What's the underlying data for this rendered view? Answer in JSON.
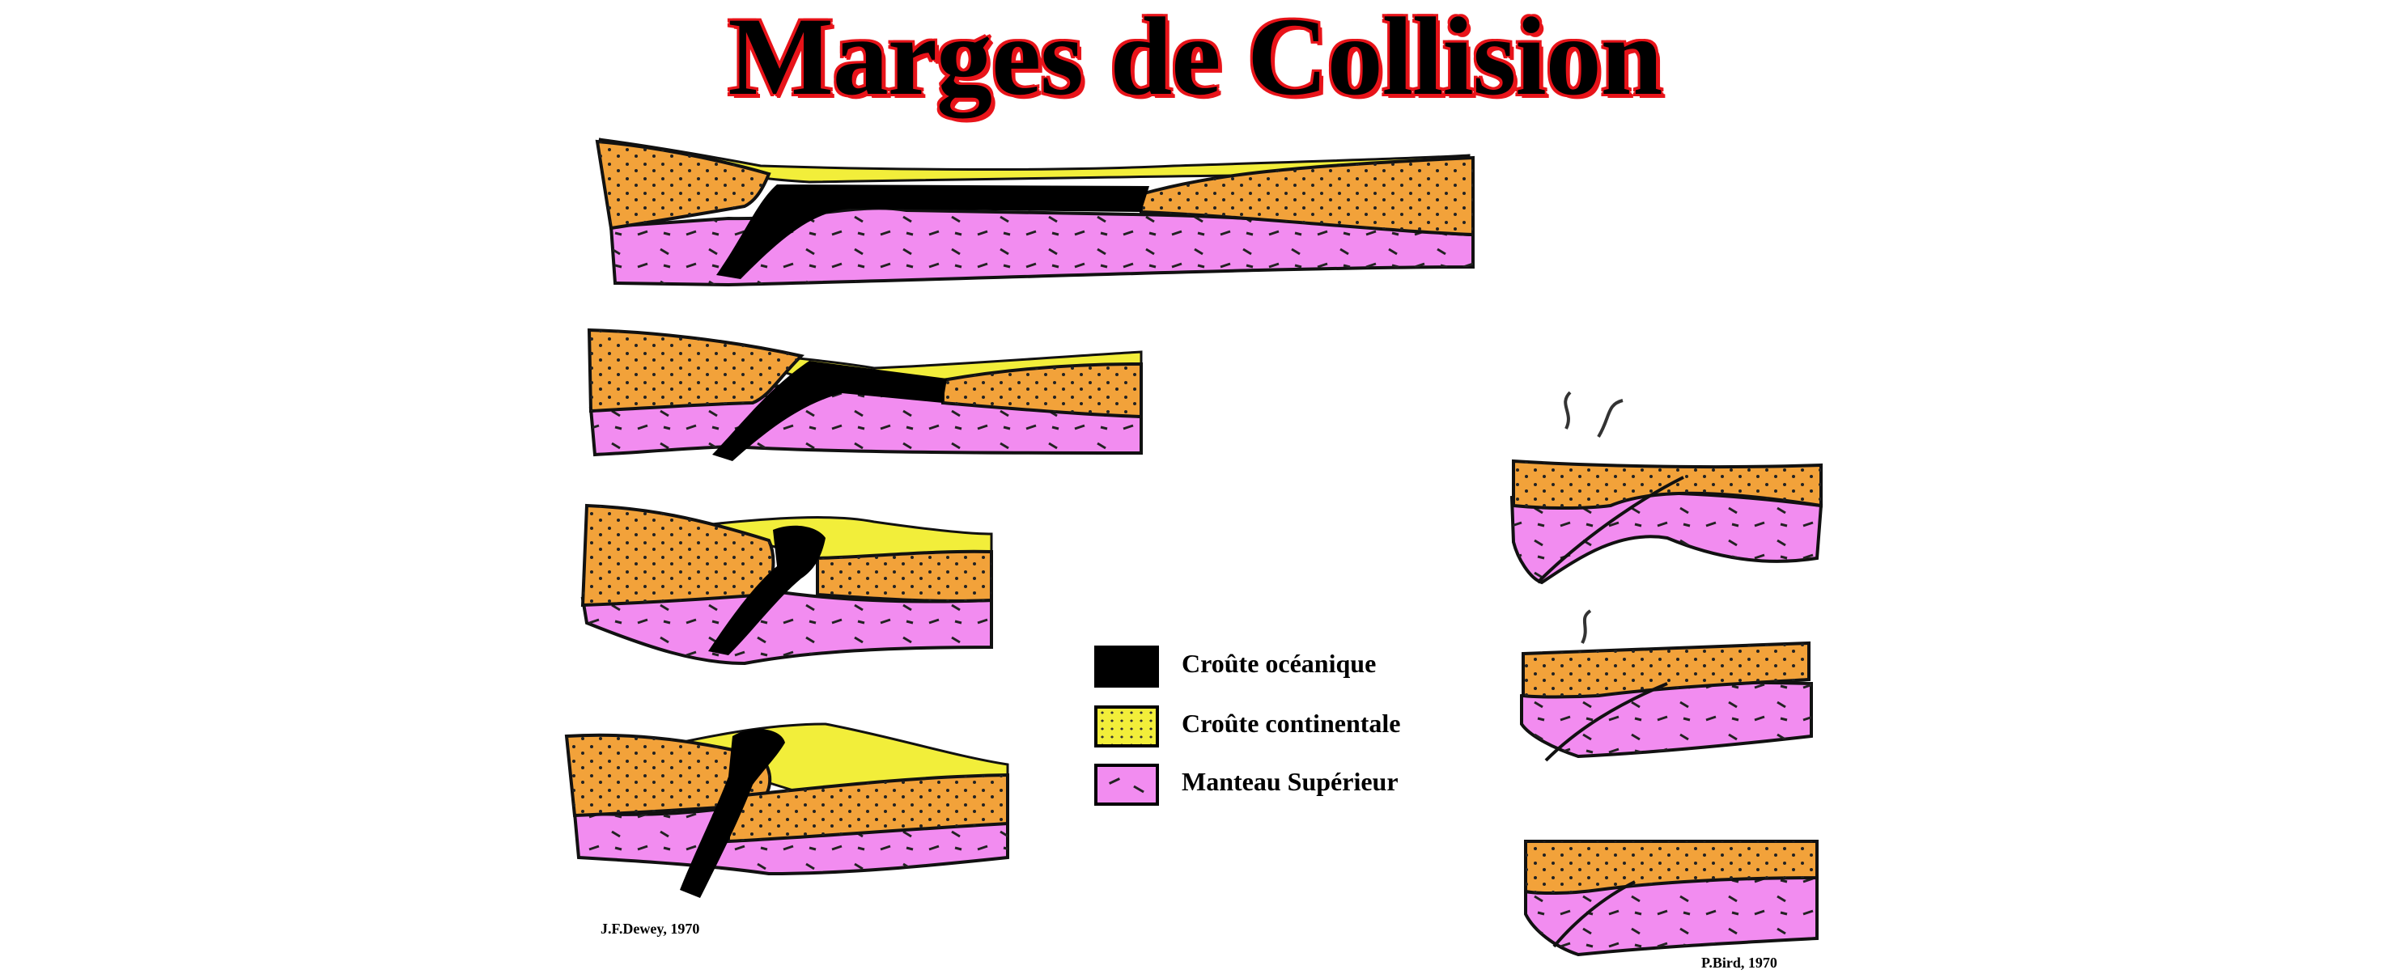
{
  "title": "Marges de Collision",
  "legend": [
    {
      "label": "Croûte océanique",
      "swatch": "oceanic-crust"
    },
    {
      "label": "Croûte continentale",
      "swatch": "continental-crust"
    },
    {
      "label": "Manteau Supérieur",
      "swatch": "upper-mantle"
    }
  ],
  "credits": {
    "left": "J.F.Dewey, 1970",
    "right": "P.Bird, 1970"
  },
  "colors": {
    "title_outline": "#e8141a",
    "continental_crust": "#f2a23a",
    "sediment": "#f2ee3a",
    "oceanic_crust": "#000000",
    "upper_mantle": "#f28cf0"
  }
}
